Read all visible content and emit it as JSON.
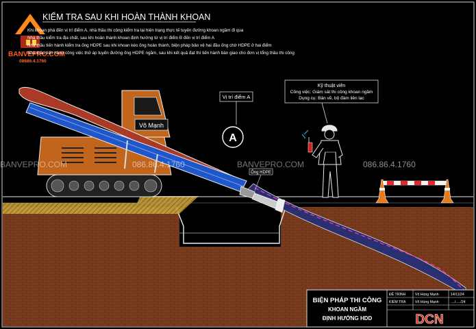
{
  "title": "KIỂM TRA SAU KHI HOÀN THÀNH KHOAN",
  "notes": [
    "Khi khoan phá đến vị trí điểm A, nhà thầu thi công kiểm tra lại hiện trạng thực tế tuyến đường khoan ngầm đi qua",
    "Nhà thầu kiểm tra địa chất, sau khi hoàn thành khoan định hướng từ vị trí điểm B đến vị trí điểm A",
    "Nhà thầu tiến hành kiểm tra ống HDPE sau khi khoan kéo ống hoàn thành, biện pháp bảo vệ hai đầu ống chờ HDPE ở hai điểm",
    "Nhà thầu tiến hành công việc thử áp tuyến đường ống HDPE ngầm, sau khi kết quả đạt thì tiến hành bàn giao cho đơn vị tổng thầu thi công"
  ],
  "logo": {
    "text": "BANVEPRO.COM",
    "phone": "08686.4.1760"
  },
  "watermarks": [
    {
      "site": "BANVEPRO.COM",
      "phone": "086.86.4.1760"
    },
    {
      "site": "BANVEPRO.COM",
      "phone": "086.86.4.1760"
    }
  ],
  "machine_label": "Võ Mạnh",
  "point_callout": "Vị trí điểm A",
  "point_marker": "A",
  "pipe_label": "Ống HDPE",
  "technician": {
    "title": "Kỹ thuật viên",
    "job": "Công việc: Giám sát thi công khoan ngầm",
    "tools": "Dụng cụ: Bản vẽ, bộ đàm liên lạc"
  },
  "title_block": {
    "heading": [
      "BIỆN PHÁP THI CÔNG",
      "KHOAN NGẦM",
      "ĐỊNH HƯỚNG HDD"
    ],
    "rows": [
      {
        "role": "ĐỀ TRÌNH",
        "name": "Võ Hùng Mạnh",
        "date": "14/11/24"
      },
      {
        "role": "KIỂM TRA",
        "name": "Võ Hùng Mạnh",
        "date": "..../...../24"
      }
    ],
    "brand": "DCN"
  },
  "colors": {
    "background": "#000000",
    "soil": "#7a3c1e",
    "rig_body": "#c2651c",
    "mast": "#1f57c9",
    "pipe": "#2a2f72",
    "title_text": "#ffffff",
    "brand": "#e0301e"
  }
}
